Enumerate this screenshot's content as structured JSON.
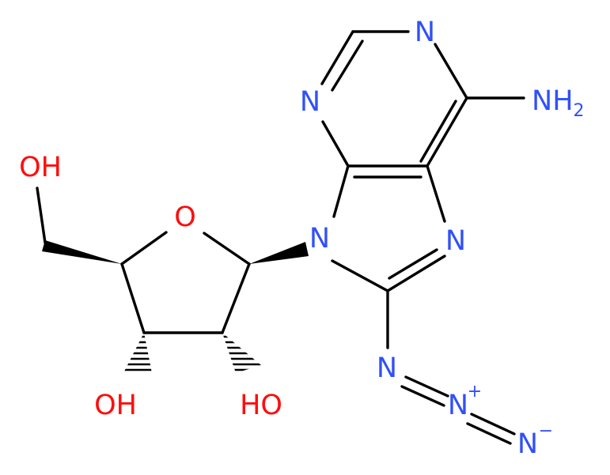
{
  "colors": {
    "nitrogen": "#3050F8",
    "oxygen": "#FF0D0D",
    "bond": "#000000"
  },
  "atoms": {
    "n1": "N",
    "n3": "N",
    "n7": "N",
    "n9": "N",
    "amine_n": "N",
    "amine_h": "H",
    "amine_count": "2",
    "azide_n1": "N",
    "azide_n2": "N",
    "azide_n2_charge": "+",
    "azide_n3": "N",
    "azide_n3_charge": "−",
    "ring_o": "O",
    "hydroxymethyl_oh": "OH",
    "hydroxyl_3": "OH",
    "hydroxyl_2": "HO"
  }
}
